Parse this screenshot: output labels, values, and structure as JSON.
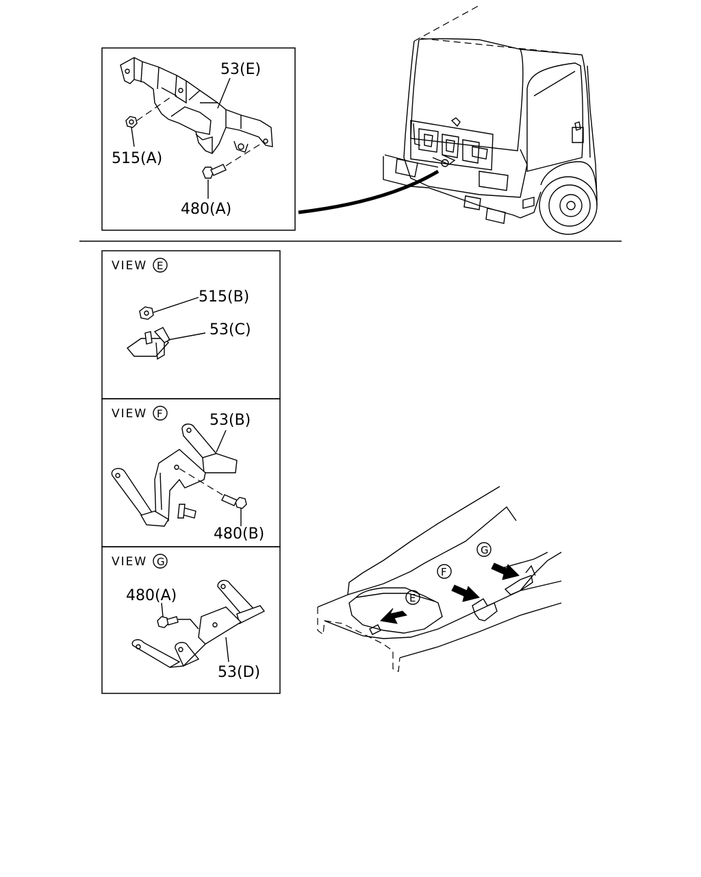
{
  "detail_top": {
    "label_bracket": "53(E)",
    "label_nut": "515(A)",
    "label_bolt": "480(A)"
  },
  "view_e": {
    "title": "VIEW",
    "circle": "E",
    "label_nut": "515(B)",
    "label_bracket": "53(C)"
  },
  "view_f": {
    "title": "VIEW",
    "circle": "F",
    "label_bracket": "53(B)",
    "label_bolt": "480(B)"
  },
  "view_g": {
    "title": "VIEW",
    "circle": "G",
    "label_bolt": "480(A)",
    "label_bracket": "53(D)"
  },
  "frame_markers": [
    "E",
    "F",
    "G"
  ],
  "icons": [
    "truck-cab-illustration",
    "chassis-frame-illustration",
    "arrow-e-icon",
    "arrow-f-icon",
    "arrow-g-icon"
  ]
}
